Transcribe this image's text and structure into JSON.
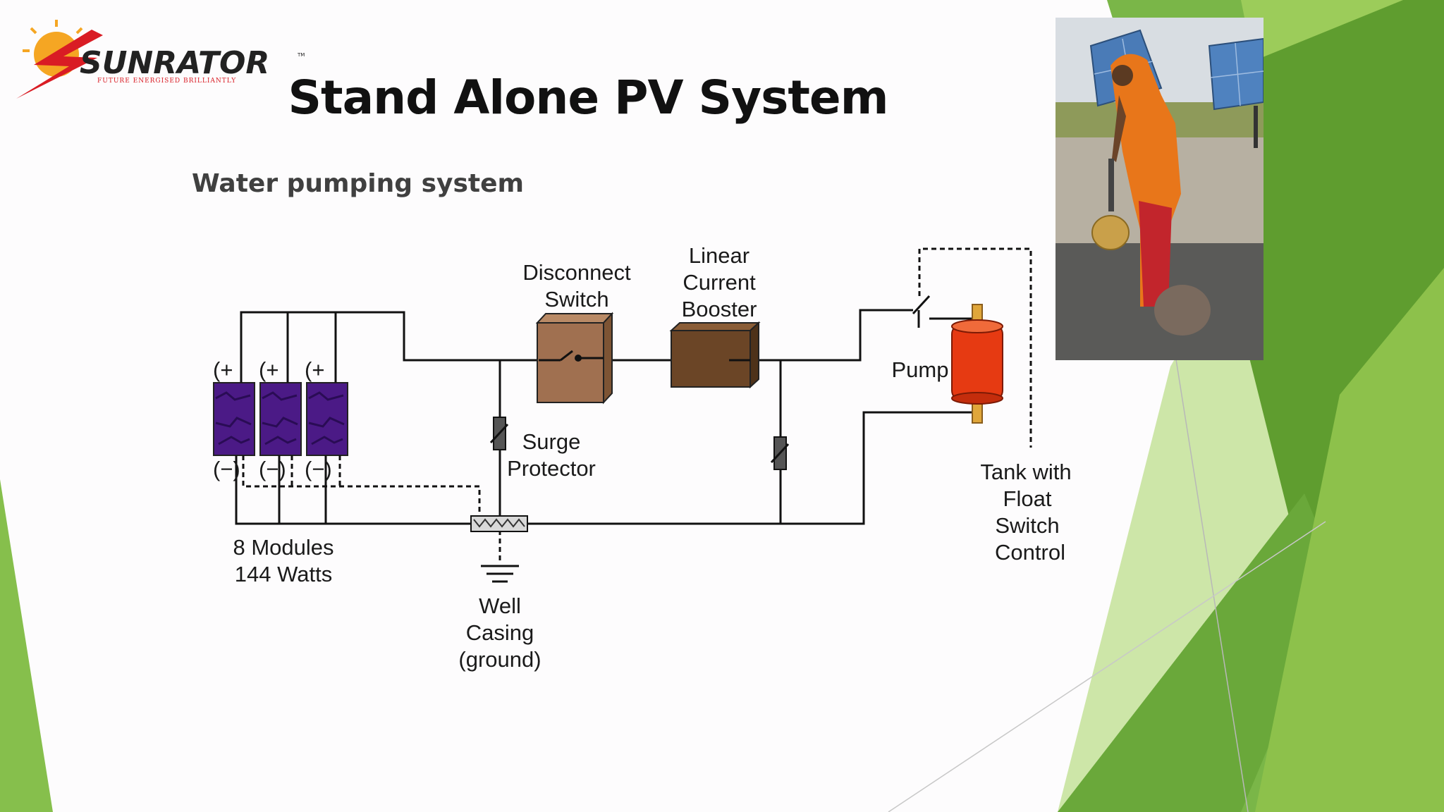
{
  "logo": {
    "brand": "SUNRATOR",
    "tagline": "FUTURE ENERGISED BRILLIANTLY",
    "trademark": "TM"
  },
  "slide": {
    "title": "Stand Alone PV System",
    "subtitle": "Water pumping system"
  },
  "diagram": {
    "labels": {
      "disconnect_1": "Disconnect",
      "disconnect_2": "Switch",
      "booster_1": "Linear",
      "booster_2": "Current",
      "booster_3": "Booster",
      "pump": "Pump",
      "surge_1": "Surge",
      "surge_2": "Protector",
      "tank_1": "Tank with",
      "tank_2": "Float",
      "tank_3": "Switch",
      "tank_4": "Control",
      "modules_1": "8 Modules",
      "modules_2": "144 Watts",
      "well_1": "Well",
      "well_2": "Casing",
      "well_3": "(ground)",
      "plus": "(+",
      "minus": "(−)"
    }
  },
  "colors": {
    "green_dark": "#5f9d2f",
    "green_mid": "#7ab648",
    "green_light": "#9ccc5a",
    "green_pale": "#cde6a8",
    "module_purple": "#4b1a86",
    "box_brown": "#a07050",
    "booster_brown": "#6b4526",
    "pump_red": "#e63a12"
  }
}
